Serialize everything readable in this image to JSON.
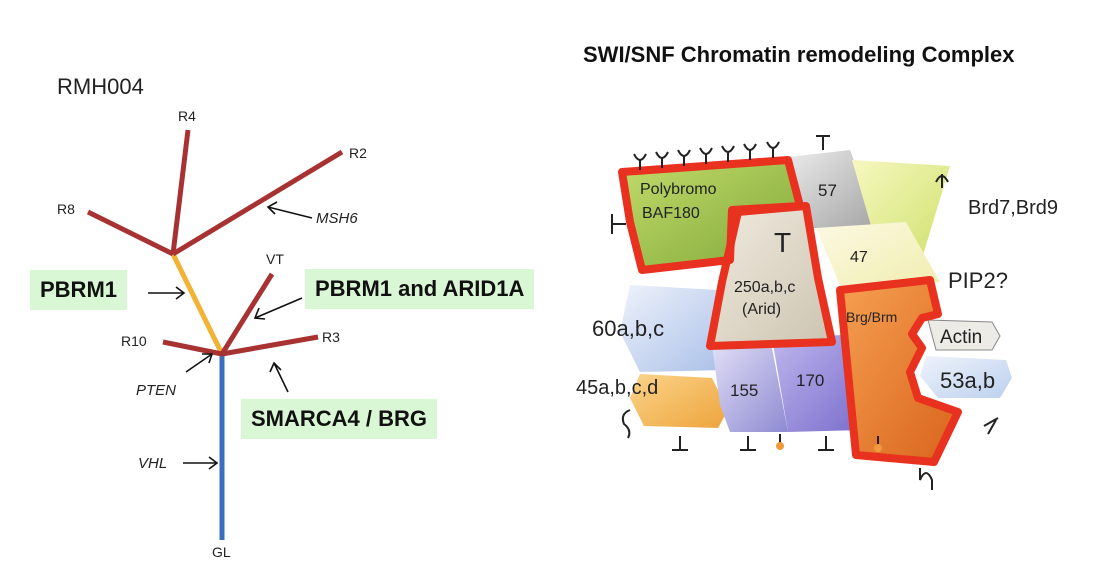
{
  "tree": {
    "title": "RMH004",
    "tips": {
      "r4": "R4",
      "r2": "R2",
      "r8": "R8",
      "vt": "VT",
      "r10": "R10",
      "r3": "R3",
      "gl": "GL"
    },
    "genes": {
      "msh6": "MSH6",
      "pten": "PTEN",
      "vhl": "VHL"
    },
    "colors": {
      "trunk": "#3a6fc0",
      "branch": "#a83232",
      "yellow": "#f2b233"
    }
  },
  "callouts": {
    "pbrm1": "PBRM1",
    "pbrm1_arid1a": "PBRM1 and ARID1A",
    "smarca4": "SMARCA4 / BRG"
  },
  "complex": {
    "title": "SWI/SNF Chromatin remodeling Complex",
    "subunits": {
      "polybromo": "Polybromo",
      "baf180": "BAF180",
      "s57": "57",
      "brd": "Brd7,Brd9",
      "s47": "47",
      "arid_t": "T",
      "arid_line1": "250a,b,c",
      "arid_line2": "(Arid)",
      "pip2": "PIP2?",
      "brg": "Brg/Brm",
      "actin": "Actin",
      "s60": "60a,b,c",
      "s53": "53a,b",
      "s45": "45a,b,c,d",
      "s155": "155",
      "s170": "170"
    },
    "colors": {
      "highlight": "#e8311f"
    }
  }
}
